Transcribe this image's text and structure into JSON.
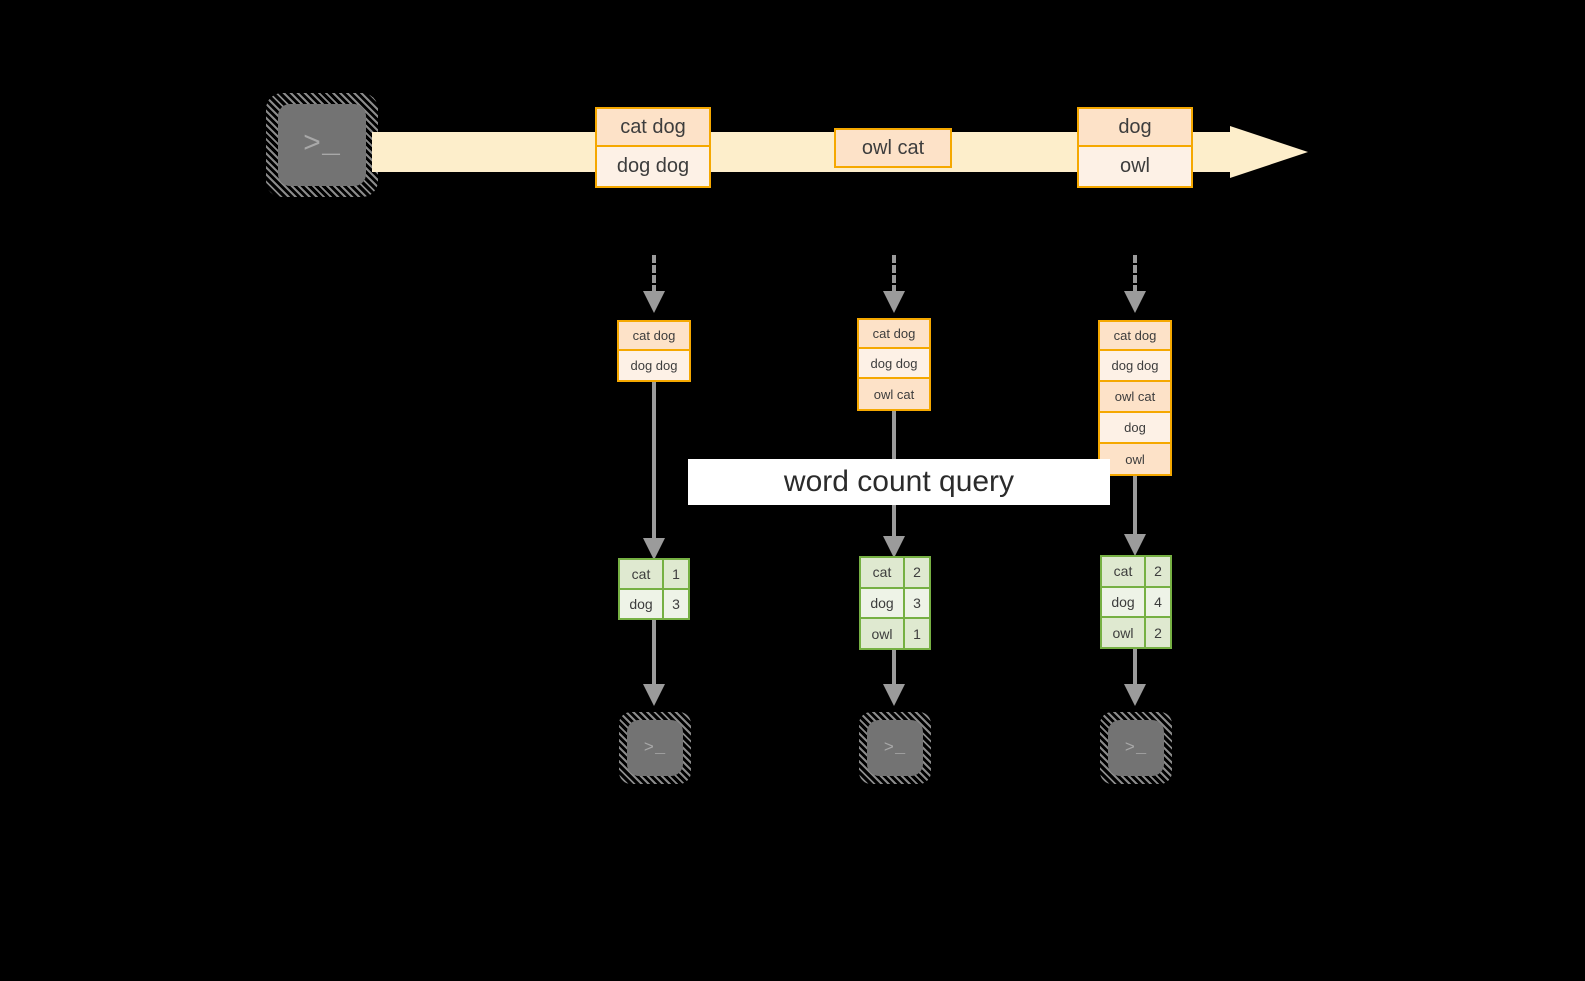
{
  "colors": {
    "background": "#000000",
    "stream_band": "#fdeecb",
    "event_border": "#f5a800",
    "event_fill_dark": "#fde2c8",
    "event_fill_light": "#fdf1e6",
    "result_border": "#76b043",
    "result_fill_dark": "#dfe9d0",
    "result_fill_light": "#eef3e7",
    "connector": "#9b9b9b",
    "terminal_body": "#737373",
    "banner_fill": "#ffffff",
    "text": "#3d3d3d"
  },
  "source": {
    "icon": "terminal-icon",
    "glyph": ">_"
  },
  "stream": {
    "label": "event-stream-arrow",
    "groups": [
      {
        "name": "stream-group-1",
        "events": [
          {
            "text": "cat dog",
            "shade": "dark"
          },
          {
            "text": "dog dog",
            "shade": "light"
          }
        ]
      },
      {
        "name": "stream-group-2",
        "events": [
          {
            "text": "owl cat",
            "shade": "dark"
          }
        ]
      },
      {
        "name": "stream-group-3",
        "events": [
          {
            "text": "dog",
            "shade": "dark"
          },
          {
            "text": "owl",
            "shade": "light"
          }
        ]
      }
    ]
  },
  "query": {
    "banner_label": "word count query"
  },
  "snapshots": [
    {
      "name": "snapshot-1",
      "accumulated": [
        {
          "text": "cat dog",
          "shade": "dark"
        },
        {
          "text": "dog dog",
          "shade": "light"
        }
      ],
      "result": {
        "rows": [
          {
            "key": "cat",
            "value": "1",
            "shade": "dark"
          },
          {
            "key": "dog",
            "value": "3",
            "shade": "light"
          }
        ]
      },
      "sink": {
        "icon": "terminal-icon",
        "glyph": ">_"
      }
    },
    {
      "name": "snapshot-2",
      "accumulated": [
        {
          "text": "cat dog",
          "shade": "dark"
        },
        {
          "text": "dog dog",
          "shade": "light"
        },
        {
          "text": "owl cat",
          "shade": "dark"
        }
      ],
      "result": {
        "rows": [
          {
            "key": "cat",
            "value": "2",
            "shade": "dark"
          },
          {
            "key": "dog",
            "value": "3",
            "shade": "light"
          },
          {
            "key": "owl",
            "value": "1",
            "shade": "dark"
          }
        ]
      },
      "sink": {
        "icon": "terminal-icon",
        "glyph": ">_"
      }
    },
    {
      "name": "snapshot-3",
      "accumulated": [
        {
          "text": "cat dog",
          "shade": "dark"
        },
        {
          "text": "dog dog",
          "shade": "light"
        },
        {
          "text": "owl cat",
          "shade": "dark"
        },
        {
          "text": "dog",
          "shade": "light"
        },
        {
          "text": "owl",
          "shade": "dark"
        }
      ],
      "result": {
        "rows": [
          {
            "key": "cat",
            "value": "2",
            "shade": "dark"
          },
          {
            "key": "dog",
            "value": "4",
            "shade": "light"
          },
          {
            "key": "owl",
            "value": "2",
            "shade": "dark"
          }
        ]
      },
      "sink": {
        "icon": "terminal-icon",
        "glyph": ">_"
      }
    }
  ]
}
